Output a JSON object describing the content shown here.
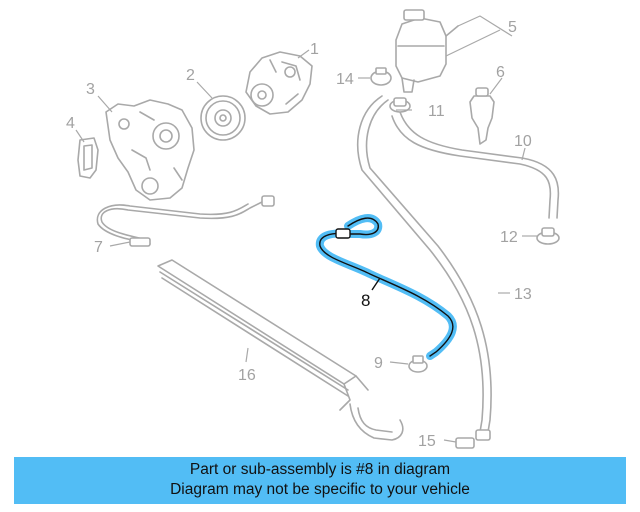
{
  "callouts": {
    "c1": "1",
    "c2": "2",
    "c3": "3",
    "c4": "4",
    "c5": "5",
    "c6": "6",
    "c7": "7",
    "c8": "8",
    "c9": "9",
    "c10": "10",
    "c11": "11",
    "c12": "12",
    "c13": "13",
    "c14": "14",
    "c15": "15",
    "c16": "16"
  },
  "highlight": {
    "part": "8",
    "color": "#52bdf5"
  },
  "banner": {
    "line1": "Part or sub-assembly is #8 in diagram",
    "line2": "Diagram may not be specific to your vehicle",
    "background": "#52bdf5"
  }
}
